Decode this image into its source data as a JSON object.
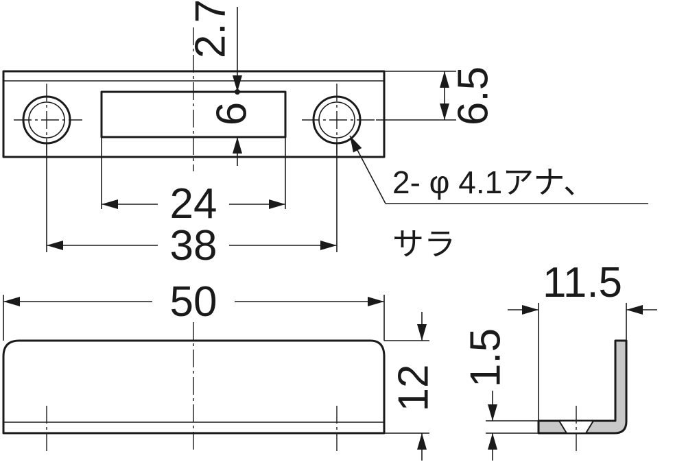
{
  "dimensions": {
    "hole_offset": "2.7",
    "slot_height": "6",
    "hole_from_top": "6.5",
    "slot_width": "24",
    "hole_pitch": "38",
    "overall_length": "50",
    "height": "12",
    "thickness": "1.5",
    "depth": "11.5"
  },
  "notes": {
    "hole_line1": "2- φ 4.1アナ、",
    "hole_line2": "サラ"
  },
  "colors": {
    "line": "#1a1a1a",
    "section_fill": "#c8c8c8",
    "background": "#ffffff"
  }
}
